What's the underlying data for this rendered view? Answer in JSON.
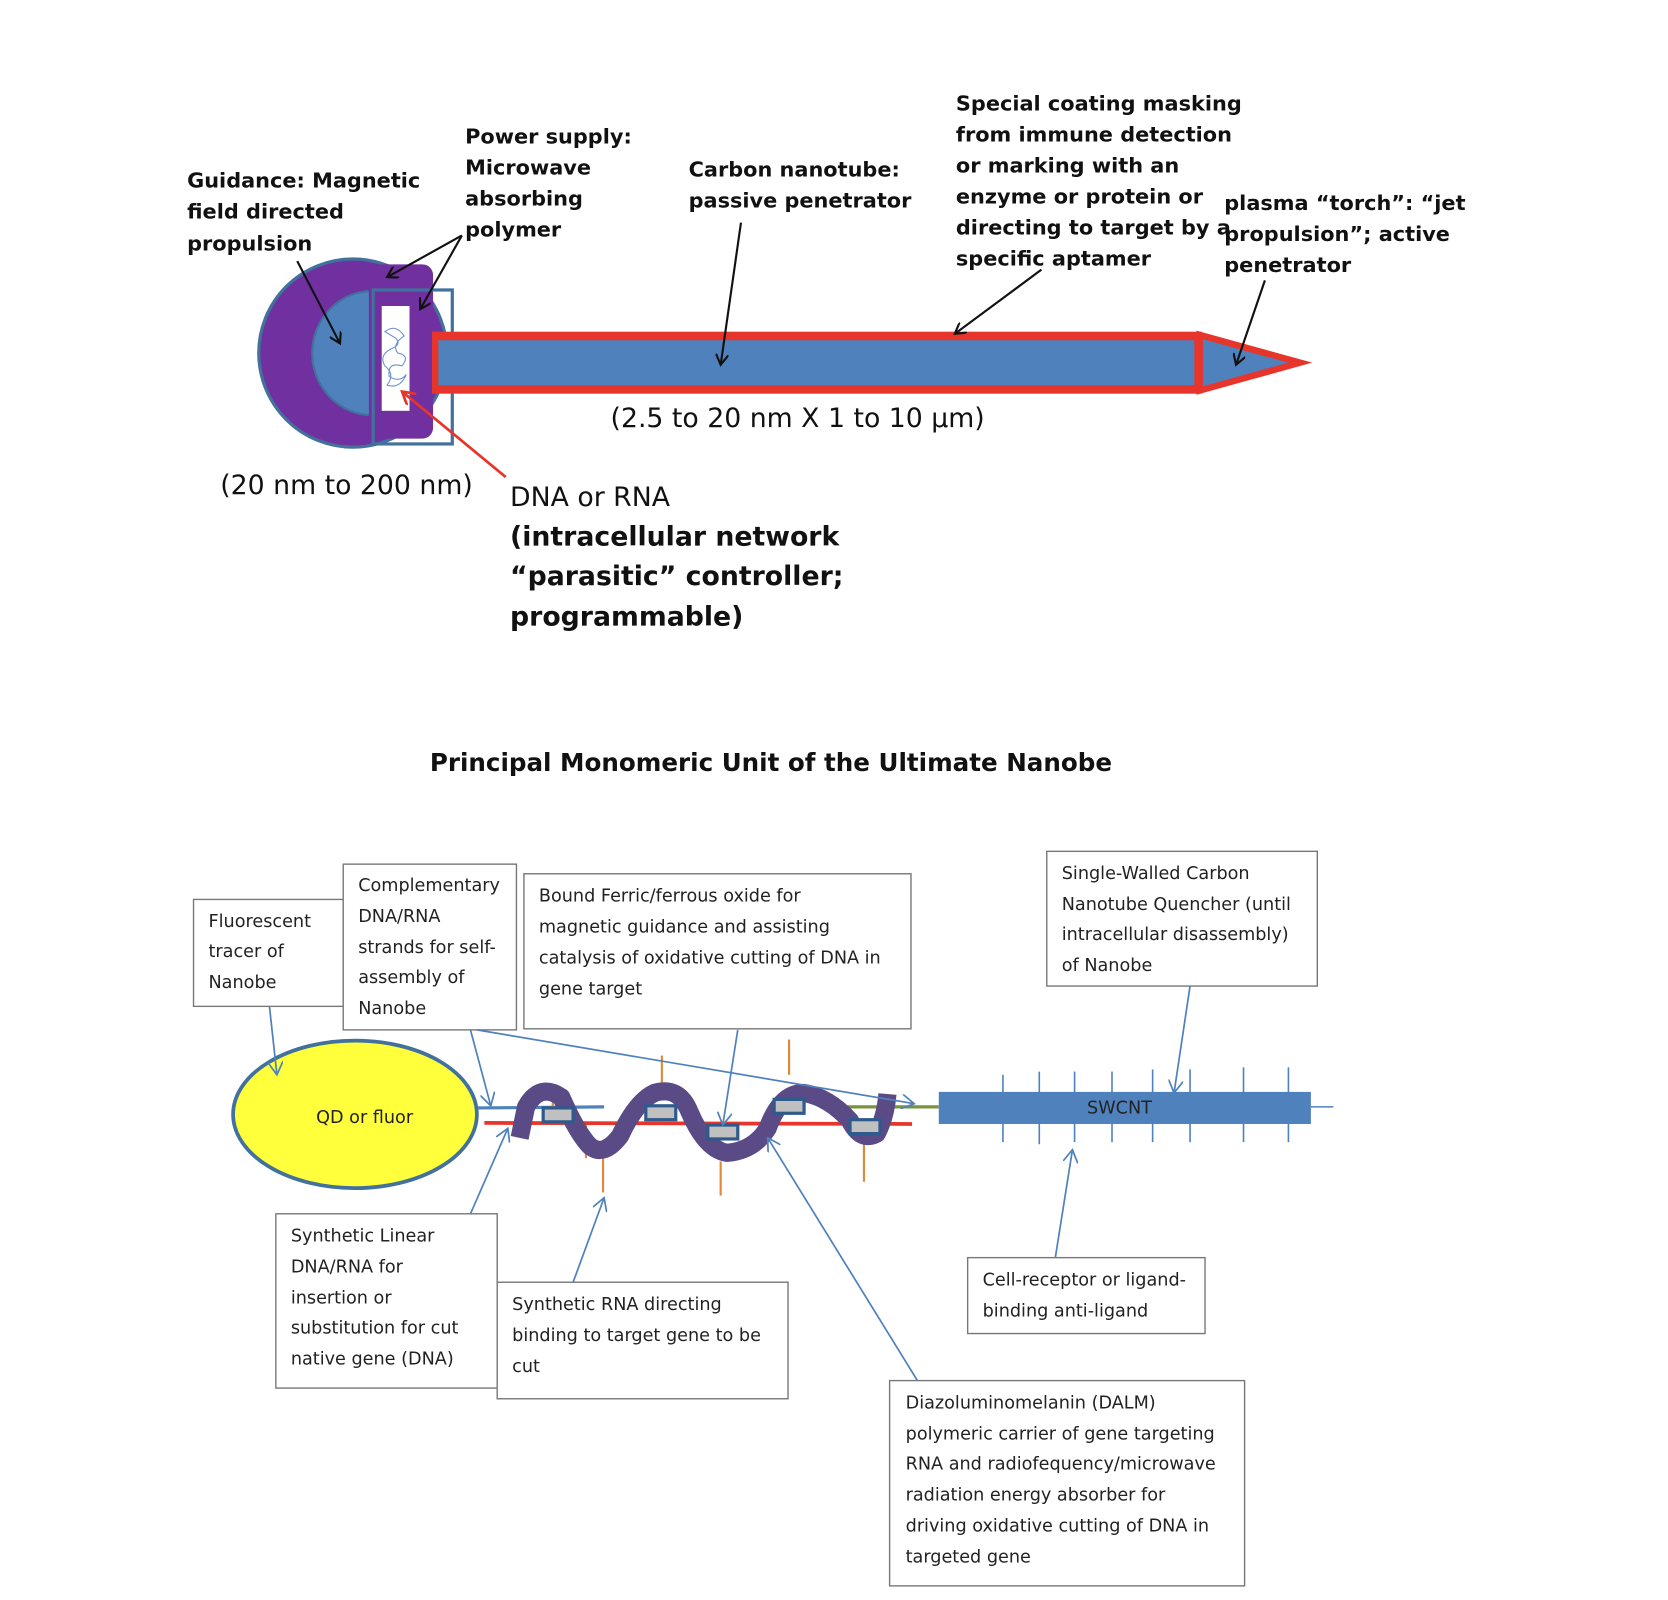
{
  "top": {
    "guidance": [
      "Guidance:  Magnetic",
      "field directed",
      "propulsion"
    ],
    "power": [
      "Power supply:",
      "Microwave",
      "absorbing",
      "polymer"
    ],
    "nanotube": [
      "Carbon nanotube:",
      "passive penetrator"
    ],
    "coating": [
      "Special coating masking",
      "from immune detection",
      "or marking with an",
      "enzyme or protein or",
      "directing to target by a",
      "specific aptamer"
    ],
    "plasma": [
      "plasma “torch”: “jet",
      "propulsion”; active",
      "penetrator"
    ],
    "tube_size": "(2.5 to 20 nm X 1 to 10 µm)",
    "head_size": "(20 nm to 200 nm)",
    "dna_title": "DNA or RNA",
    "dna_desc": [
      "(intracellular network",
      "“parasitic” controller;",
      "programmable)"
    ]
  },
  "title": "Principal Monomeric Unit of the Ultimate Nanobe",
  "bottom": {
    "fluorescent": [
      "Fluorescent",
      "tracer of",
      "Nanobe"
    ],
    "complementary": [
      "Complementary",
      "DNA/RNA",
      "strands for self-",
      "assembly of",
      "Nanobe"
    ],
    "ferric": [
      "Bound Ferric/ferrous oxide for",
      "magnetic guidance and assisting",
      "catalysis of oxidative cutting of DNA in",
      "gene target"
    ],
    "swcnt_box": [
      "Single-Walled Carbon",
      "Nanotube Quencher (until",
      "intracellular disassembly)",
      "of Nanobe"
    ],
    "linear": [
      "Synthetic Linear",
      "DNA/RNA for",
      "insertion or",
      "substitution for cut",
      "native gene (DNA)"
    ],
    "rna": [
      "Synthetic RNA directing",
      "binding to target gene to be",
      "cut"
    ],
    "receptor": [
      "Cell-receptor or ligand-",
      "binding anti-ligand"
    ],
    "dalm": [
      "Diazoluminomelanin (DALM)",
      "polymeric carrier of gene targeting",
      "RNA and radiofequency/microwave",
      "radiation energy absorber for",
      "driving oxidative cutting of DNA in",
      "targeted gene"
    ],
    "qd_label": "QD or fluor",
    "swcnt_label": "SWCNT"
  },
  "colors": {
    "purple": "#7030a0",
    "blue": "#4f81bd",
    "red": "#e8352b",
    "yellow": "#ffff3c",
    "dalm": "#5a4a86"
  }
}
